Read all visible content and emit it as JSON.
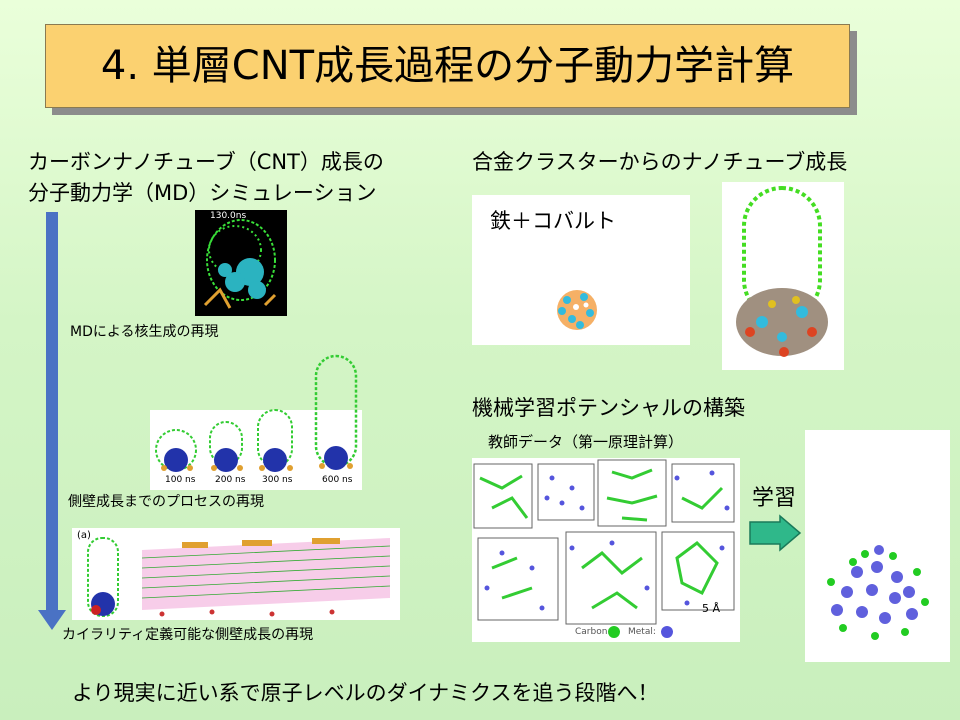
{
  "slide": {
    "title": "4. 単層CNT成長過程の分子動力学計算",
    "left_heading_line1": "カーボンナノチューブ（CNT）成長の",
    "left_heading_line2": "分子動力学（MD）シミュレーション",
    "caption_nucleation": "MDによる核生成の再現",
    "caption_sidewall": "側壁成長までのプロセスの再現",
    "caption_chirality": "カイラリティ定義可能な側壁成長の再現",
    "sim_time": "130.0ns",
    "growth_times": [
      "100 ns",
      "200 ns",
      "300 ns",
      "600 ns"
    ],
    "panel_label": "(a)",
    "right_heading": "合金クラスターからのナノチューブ成長",
    "alloy_label": "鉄＋コバルト",
    "ml_heading": "機械学習ポテンシャルの構築",
    "teacher_data_label": "教師データ（第一原理計算）",
    "learn_label": "学習",
    "scale_label": "5 Å",
    "legend_carbon": "Carbon:",
    "legend_metal": "Metal:",
    "bottom_text": "より現実に近い系で原子レベルのダイナミクスを追う段階へ！"
  },
  "colors": {
    "title_bg": "#fbd170",
    "arrow_blue": "#4a72c4",
    "learn_arrow": "#2fb88a",
    "carbon": "#22cc22",
    "metal": "#5555dd"
  },
  "icons": [
    "down-arrow-icon",
    "right-arrow-icon",
    "carbon-legend-icon",
    "metal-legend-icon"
  ]
}
